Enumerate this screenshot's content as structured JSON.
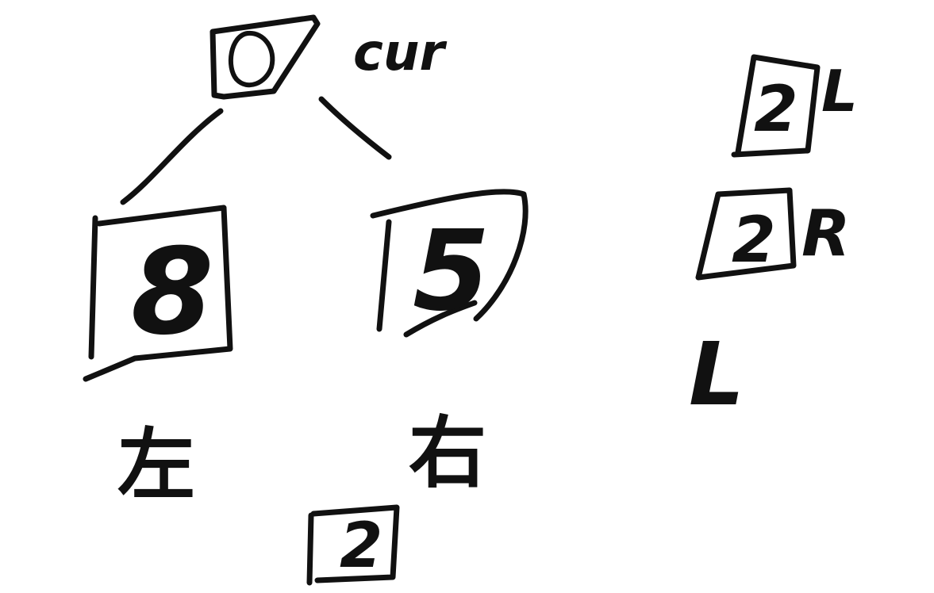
{
  "root": {
    "value": "0",
    "label": "cur"
  },
  "children": {
    "left": {
      "value": "8",
      "side_label": "左"
    },
    "right": {
      "value": "5",
      "side_label": "右"
    }
  },
  "bottom_node": {
    "value": "2"
  },
  "stack": {
    "items": [
      {
        "value": "2",
        "tag": "L"
      },
      {
        "value": "2",
        "tag": "R"
      }
    ],
    "trailing_tag": "L"
  },
  "ink_color": "#111111"
}
